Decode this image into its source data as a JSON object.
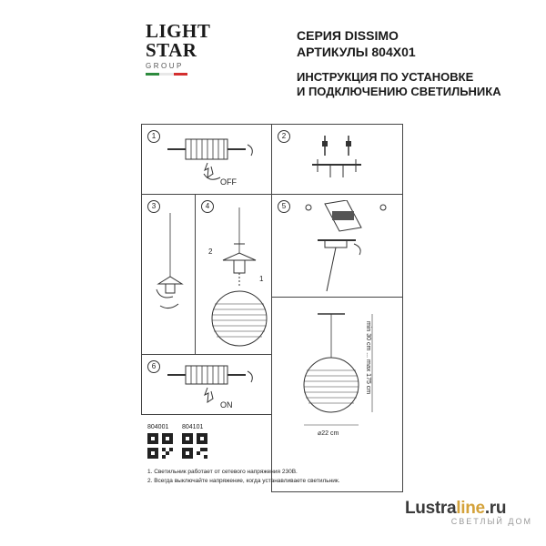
{
  "logo": {
    "line1": "LIGHT",
    "line2": "STAR",
    "line3": "GROUP",
    "flag_colors": [
      "#2e8b3e",
      "#ffffff",
      "#d32f2f"
    ]
  },
  "header": {
    "series": "СЕРИЯ DISSIMO",
    "articles": "АРТИКУЛЫ 804X01",
    "title_line1": "ИНСТРУКЦИЯ ПО УСТАНОВКЕ",
    "title_line2": "И ПОДКЛЮЧЕНИЮ СВЕТИЛЬНИКА"
  },
  "steps": {
    "s1": {
      "number": "1",
      "label": "OFF"
    },
    "s2": {
      "number": "2"
    },
    "s3": {
      "number": "3"
    },
    "s4": {
      "number": "4",
      "m1": "1",
      "m2": "2"
    },
    "s5": {
      "number": "5"
    },
    "s6": {
      "number": "6",
      "label": "ON"
    }
  },
  "dimensions": {
    "height": "min 30 cm ... max 175 cm",
    "diameter": "⌀22 cm"
  },
  "codes": {
    "code1": "804001",
    "code2": "804101"
  },
  "notes": {
    "n1": "1. Светильник работает от сетевого напряжения 230В.",
    "n2": "2. Всегда выключайте напряжение, когда устанавливаете светильник."
  },
  "watermark": {
    "main_a": "Lustra",
    "main_b": "line",
    "main_c": ".ru",
    "sub": "СВЕТЛЫЙ ДОМ"
  },
  "colors": {
    "line": "#444444",
    "text": "#1a1a1a",
    "watermark_accent": "#d4a23a"
  }
}
